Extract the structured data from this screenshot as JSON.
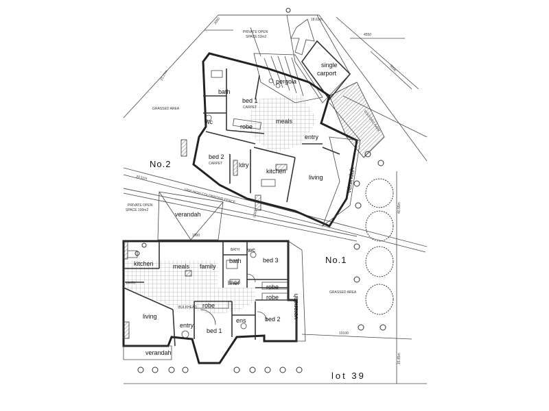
{
  "units": [
    {
      "id": "No.2",
      "label": "No.2",
      "rooms": {
        "bed1": "bed 1",
        "bed2": "bed 2",
        "bath": "bath",
        "wc": "wc",
        "ldry": "ldry",
        "kitchen": "kitchen",
        "meals": "meals",
        "entry": "entry",
        "living": "living",
        "verandah": "verandah",
        "pergola": "pergola",
        "carport": "single\ncarport",
        "robe": "robe"
      },
      "annotations": {
        "private_open": "PRIVATE OPEN\nSPACE 53m2",
        "grassed": "GRASSED AREA",
        "visitors": "VISITORS PARK",
        "carpet": "CARPET"
      }
    },
    {
      "id": "No.1",
      "label": "No.1",
      "rooms": {
        "kitchen": "kitchen",
        "meals": "meals",
        "family": "family",
        "bath": "bath",
        "wc": "wc",
        "bed3": "bed 3",
        "bed2": "bed 2",
        "bed1": "bed 1",
        "ens": "ens",
        "entry": "entry",
        "living": "living",
        "verandah_top": "verandah",
        "verandah_right": "verandah",
        "verandah_bottom": "verandah",
        "robe": "robe",
        "linen": "liner"
      },
      "annotations": {
        "private_open": "PRIVATE OPEN\nSPACE 100m2",
        "grassed": "GRASSED AREA",
        "pantry": "pantry",
        "bath_small": "BATH",
        "bulkhead": "BULKHEAD"
      }
    }
  ],
  "fence": "1800 HIGH COLORBOND FENCE",
  "lot_label": "lot 39",
  "dimensions": {
    "d3000": "3000",
    "d1863": "18.63m",
    "d4550": "4550",
    "d5000": "5000",
    "d2127": "21.27m",
    "d2911": "29.11m",
    "d4055": "40.55m",
    "d1550": "1550",
    "d10100": "10100",
    "d1545": "15.45m",
    "d1000": "1000"
  }
}
